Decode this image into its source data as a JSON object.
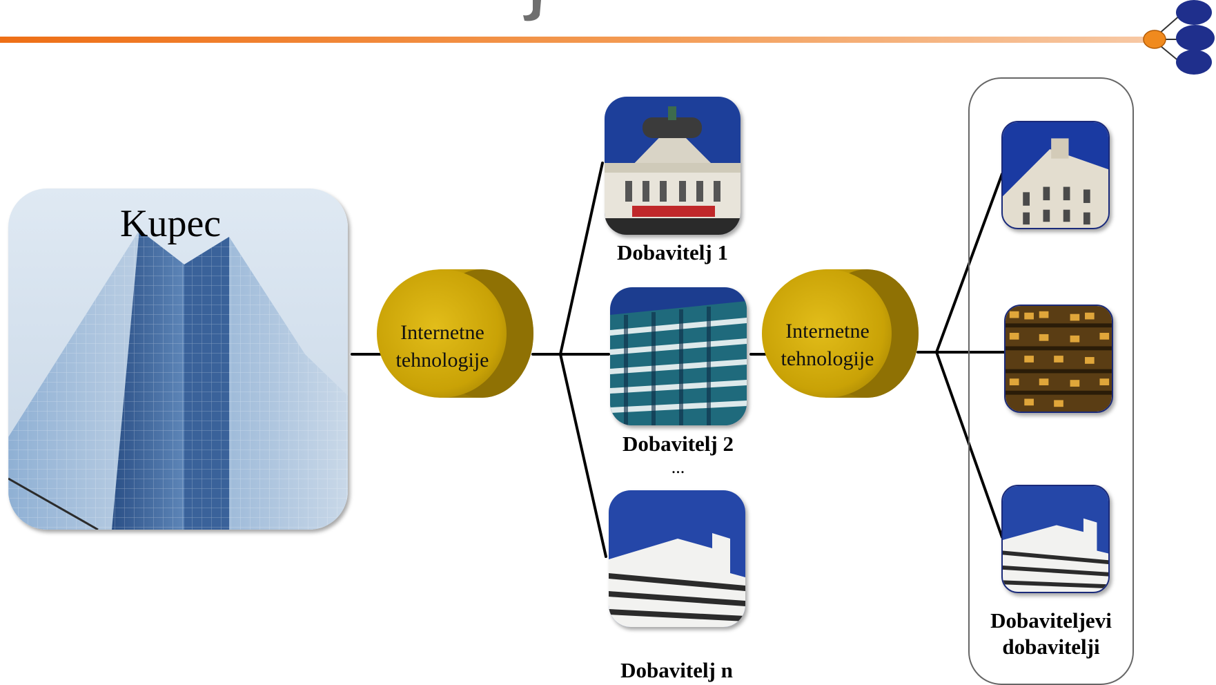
{
  "buyer": {
    "label": "Kupec"
  },
  "technology_nodes": [
    {
      "line1": "Internetne",
      "line2": "tehnologije"
    },
    {
      "line1": "Internetne",
      "line2": "tehnologije"
    }
  ],
  "suppliers": [
    {
      "label": "Dobavitelj 1"
    },
    {
      "label": "Dobavitelj 2"
    },
    {
      "label": "Dobavitelj n"
    }
  ],
  "ellipsis": "...",
  "sub_suppliers": {
    "label_line1": "Dobaviteljevi",
    "label_line2": "dobavitelji"
  },
  "colors": {
    "accent_line": "#f07a1e",
    "drum": "#c9a206",
    "drum_dark": "#8f7104",
    "logo_blue": "#1f2f8c",
    "logo_orange": "#f08a1e"
  }
}
